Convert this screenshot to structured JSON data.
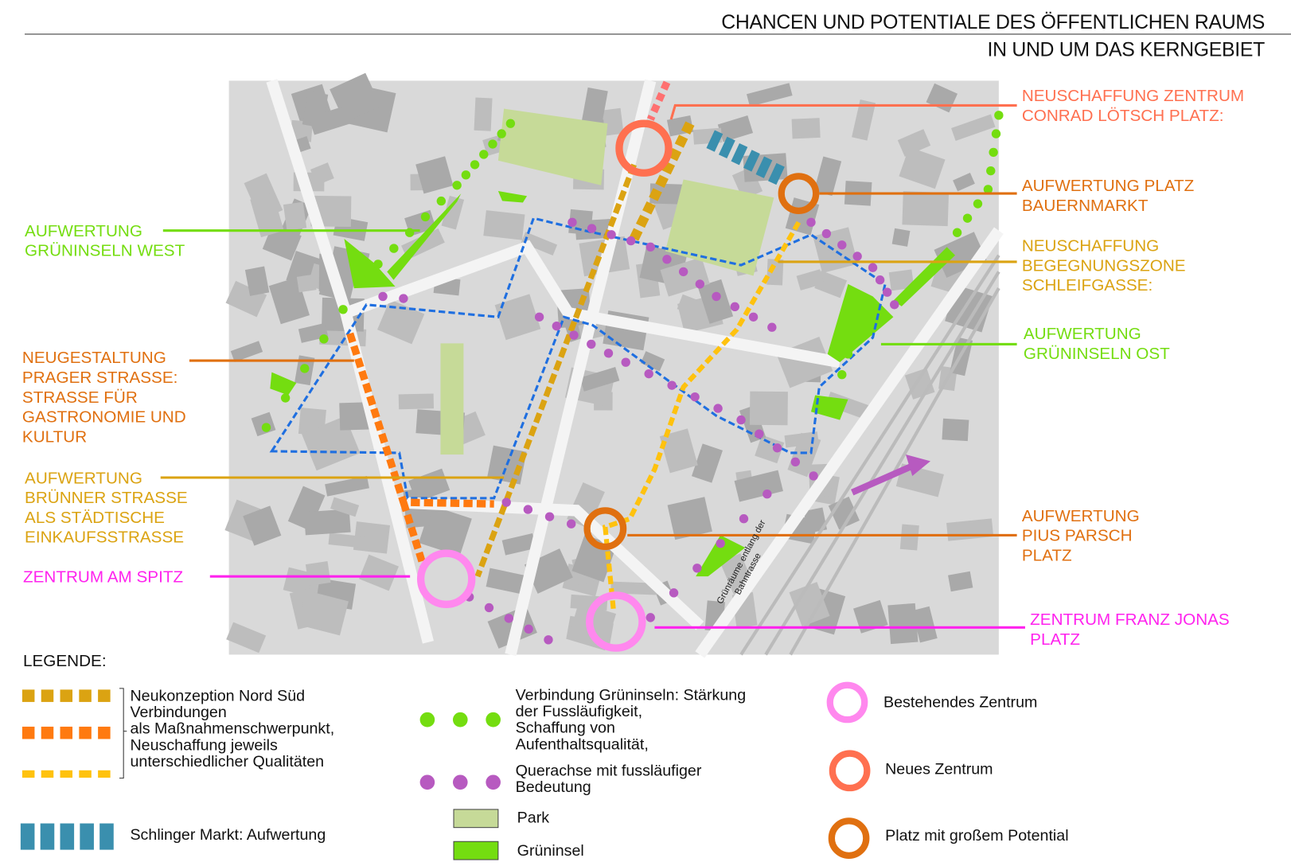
{
  "header": {
    "title_line1": "CHANCEN UND POTENTIALE DES ÖFFENTLICHEN RAUMS",
    "title_line2": "IN UND UM DAS KERNGEBIET"
  },
  "map": {
    "rail_label_1": "Grünräume entlang der",
    "rail_label_2": "Bahntrasse"
  },
  "callouts": {
    "neuschaffung_zentrum": [
      "NEUSCHAFFUNG ZENTRUM",
      "CONRAD LÖTSCH PLATZ:"
    ],
    "bauernmarkt": [
      "AUFWERTUNG PLATZ",
      "BAUERNMARKT"
    ],
    "schleifgasse": [
      "NEUSCHAFFUNG",
      "BEGEGNUNGSZONE",
      "SCHLEIFGASSE:"
    ],
    "gruen_ost": [
      "AUFWERTUNG",
      "GRÜNINSELN OST"
    ],
    "pius_parsch": [
      "AUFWERTUNG",
      "PIUS PARSCH",
      "PLATZ"
    ],
    "franz_jonas": [
      "ZENTRUM FRANZ JONAS",
      "PLATZ"
    ],
    "gruen_west": [
      "AUFWERTUNG",
      "GRÜNINSELN WEST"
    ],
    "prager": [
      "NEUGESTALTUNG",
      "PRAGER STRASSE:",
      "STRASSE FÜR",
      "GASTRONOMIE UND",
      "KULTUR"
    ],
    "bruenner": [
      "AUFWERTUNG",
      "BRÜNNER STRASSE",
      "ALS STÄDTISCHE",
      "EINKAUFSSTRASSE"
    ],
    "spitz": [
      "ZENTRUM AM SPITZ"
    ]
  },
  "legend": {
    "title": "LEGENDE:",
    "nord_sued": [
      "Neukonzeption Nord Süd",
      "Verbindungen",
      "als Maßnahmenschwerpunkt,",
      "Neuschaffung jeweils",
      "unterschiedlicher Qualitäten"
    ],
    "schlinger": "Schlinger Markt: Aufwertung",
    "gruen_verbindung": [
      "Verbindung Grüninseln: Stärkung",
      "der Fussläufigkeit,",
      "Schaffung von",
      "Aufenthaltsqualität,"
    ],
    "querachse": [
      "Querachse mit fussläufiger",
      "Bedeutung"
    ],
    "park": "Park",
    "grueninsel": "Grüninsel",
    "bestehend": "Bestehendes Zentrum",
    "neu": "Neues Zentrum",
    "potential": "Platz mit großem Potential"
  },
  "colors": {
    "gold": "#dba312",
    "orange": "#ff7a10",
    "yellow": "#ffc20e",
    "teal": "#3a8fae",
    "green": "#74dd10",
    "park": "#c6da98",
    "purple": "#b75ac0",
    "pink": "#ff88ee",
    "coral": "#ff7050",
    "brown": "#e07010",
    "magenta": "#ff22ee"
  }
}
